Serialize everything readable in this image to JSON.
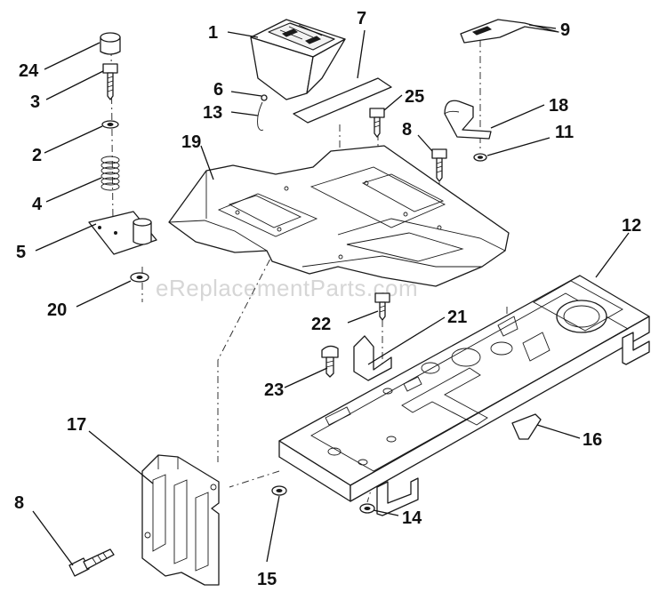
{
  "watermark": "eReplacementParts.com",
  "callouts": {
    "n1": "1",
    "n2": "2",
    "n3": "3",
    "n4": "4",
    "n5": "5",
    "n6": "6",
    "n7": "7",
    "n8a": "8",
    "n8b": "8",
    "n9": "9",
    "n11": "11",
    "n12": "12",
    "n13": "13",
    "n14": "14",
    "n15": "15",
    "n16": "16",
    "n17": "17",
    "n18": "18",
    "n19": "19",
    "n20": "20",
    "n21": "21",
    "n22": "22",
    "n23": "23",
    "n24": "24",
    "n25": "25"
  }
}
